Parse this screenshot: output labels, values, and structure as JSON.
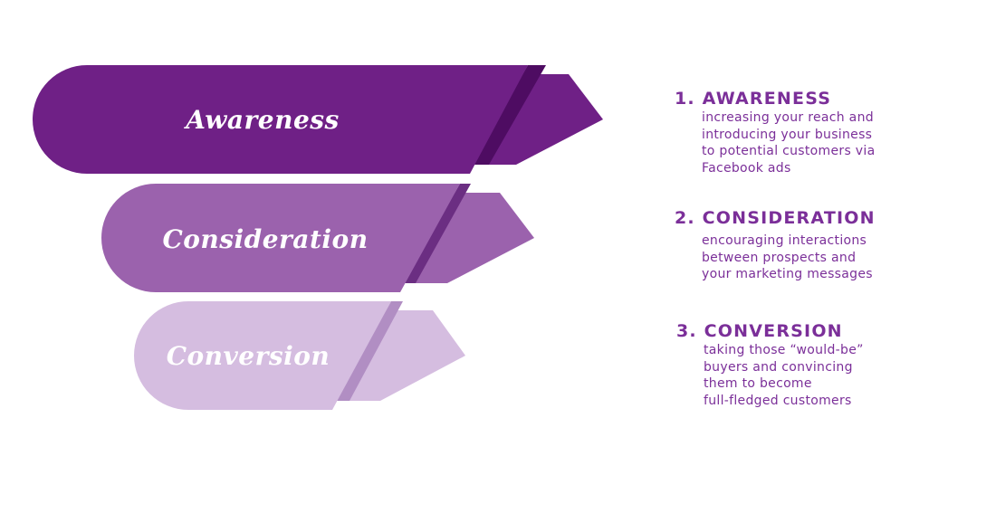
{
  "colors": {
    "awareness": "#6f2086",
    "awareness_slash": "#4e0c62",
    "consideration": "#9b62ad",
    "consideration_slash": "#6b2e82",
    "conversion": "#d5bde0",
    "conversion_slash": "#b18ec3",
    "text": "#7b2f99"
  },
  "stages": [
    {
      "label": "Awareness",
      "title": "1. AWARENESS",
      "description": [
        "increasing your reach and",
        "introducing your business",
        "to potential customers via",
        "Facebook ads"
      ]
    },
    {
      "label": "Consideration",
      "title": "2. CONSIDERATION",
      "description": [
        "encouraging interactions",
        "between prospects and",
        "your marketing messages"
      ]
    },
    {
      "label": "Conversion",
      "title": "3. CONVERSION",
      "description": [
        "taking those “would-be”",
        "buyers and convincing",
        "them to become",
        "full-fledged customers"
      ]
    }
  ]
}
